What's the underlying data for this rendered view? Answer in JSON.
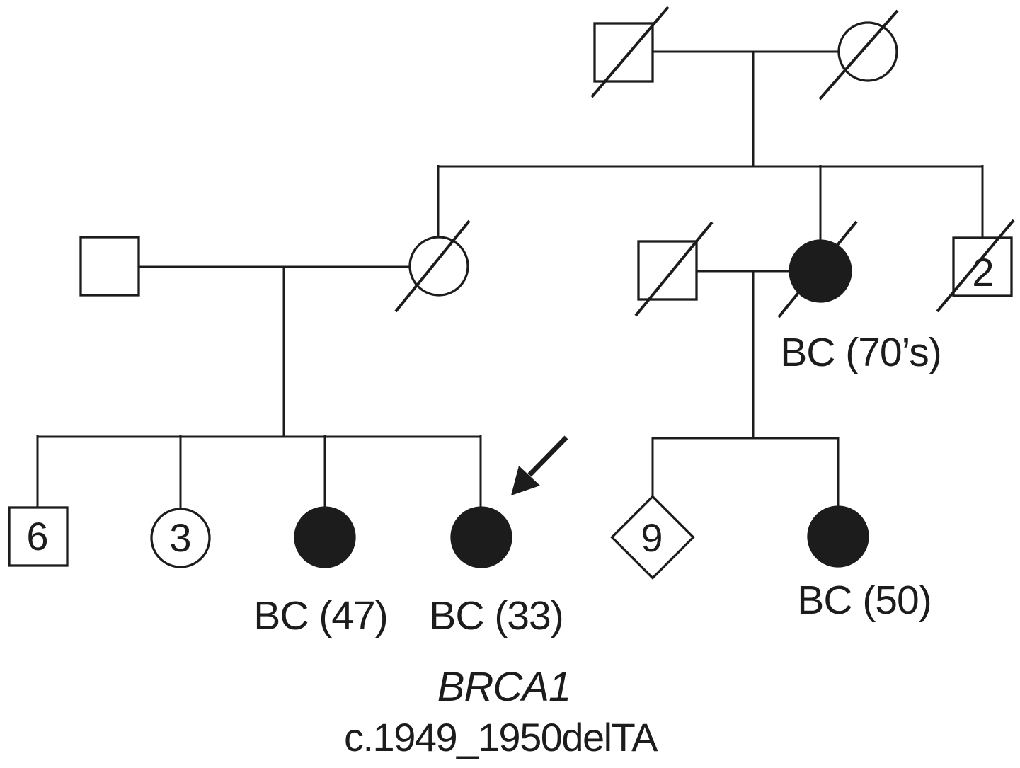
{
  "figure": {
    "type": "family-pedigree",
    "ink_color": "#1c1c1c",
    "background_color": "#ffffff",
    "affected_fill": "#1c1c1c",
    "unaffected_fill": "#ffffff"
  },
  "gene": {
    "name": "BRCA1",
    "variant": "c.1949_1950delTA"
  },
  "individuals": [
    {
      "position": "gen1-left",
      "symbol": "square",
      "filled": false,
      "deceased_slash": true
    },
    {
      "position": "gen1-right",
      "symbol": "circle",
      "filled": false,
      "deceased_slash": true
    },
    {
      "position": "gen2-far-left",
      "symbol": "square",
      "filled": false,
      "deceased_slash": false
    },
    {
      "position": "gen2-left-mother",
      "symbol": "circle",
      "filled": false,
      "deceased_slash": true
    },
    {
      "position": "gen2-right-father",
      "symbol": "square",
      "filled": false,
      "deceased_slash": true
    },
    {
      "position": "gen2-right-mother",
      "symbol": "circle",
      "filled": true,
      "deceased_slash": true,
      "label": "BC (70’s)"
    },
    {
      "position": "gen2-far-right",
      "symbol": "square",
      "filled": false,
      "deceased_slash": true,
      "count": "2"
    },
    {
      "position": "gen3-left-1",
      "symbol": "square",
      "filled": false,
      "deceased_slash": false,
      "count": "6"
    },
    {
      "position": "gen3-left-2",
      "symbol": "circle",
      "filled": false,
      "deceased_slash": false,
      "count": "3"
    },
    {
      "position": "gen3-left-3",
      "symbol": "circle",
      "filled": true,
      "deceased_slash": false,
      "label": "BC (47)"
    },
    {
      "position": "gen3-left-4",
      "symbol": "circle",
      "filled": true,
      "deceased_slash": false,
      "label": "BC (33)",
      "proband_arrow": true
    },
    {
      "position": "gen3-right-1",
      "symbol": "diamond",
      "filled": false,
      "deceased_slash": false,
      "count": "9"
    },
    {
      "position": "gen3-right-2",
      "symbol": "circle",
      "filled": true,
      "deceased_slash": false,
      "label": "BC (50)"
    }
  ]
}
